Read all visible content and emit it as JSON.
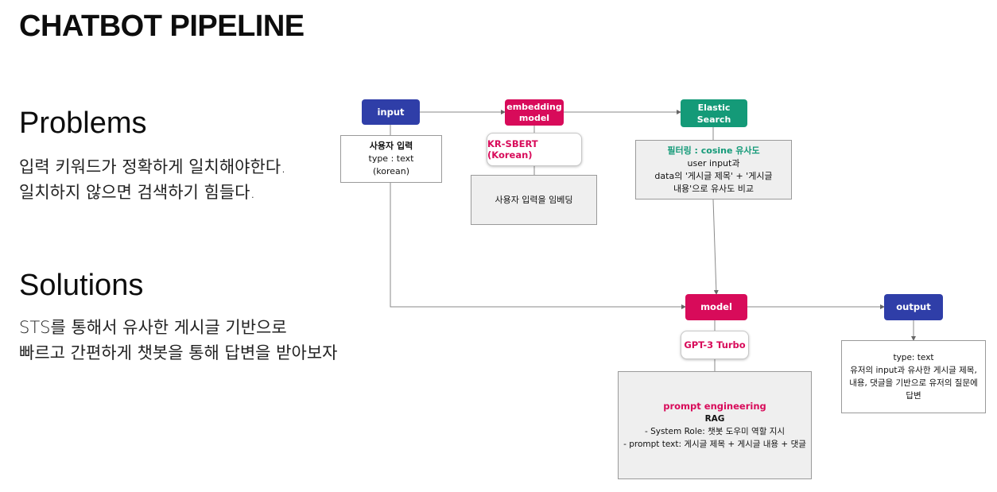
{
  "title": "CHATBOT PIPELINE",
  "problems": {
    "heading": "Problems",
    "lines": [
      "입력 키워드가 정확하게 일치해야한다.",
      "일치하지 않으면 검색하기 힘들다."
    ]
  },
  "solutions": {
    "heading": "Solutions",
    "lines": [
      "STS를 통해서 유사한 게시글 기반으로",
      "빠르고 간편하게 챗봇을 통해 답변을 받아보자"
    ]
  },
  "colors": {
    "navy": "#2f3ea8",
    "crimson": "#d80b5a",
    "teal": "#149a78"
  },
  "diagram": {
    "input": {
      "label": "input",
      "box_title": "사용자 입력",
      "box_lines": [
        "type : text",
        "(korean)"
      ]
    },
    "embedding": {
      "label": "embedding\nmodel",
      "model_name": "KR-SBERT (Korean)",
      "box_text": "사용자 입력을 임베딩"
    },
    "elastic": {
      "label": "Elastic Search",
      "box_title": "필터링 : cosine 유사도",
      "box_lines": [
        "user input과",
        "data의 '게시글 제목' + '게시글",
        "내용'으로 유사도 비교"
      ]
    },
    "model": {
      "label": "model",
      "model_name": "GPT-3 Turbo",
      "box_title": "prompt engineering",
      "box_subtitle": "RAG",
      "box_lines": [
        "- System Role: 챗봇 도우미 역할 지시",
        "- prompt text: 게시글 제목 + 게시글 내용 + 댓글"
      ]
    },
    "output": {
      "label": "output",
      "box_lines": [
        "type: text",
        "유저의 input과 유사한 게시글 제목,",
        "내용, 댓글을 기반으로 유저의 질문에",
        "답변"
      ]
    }
  }
}
